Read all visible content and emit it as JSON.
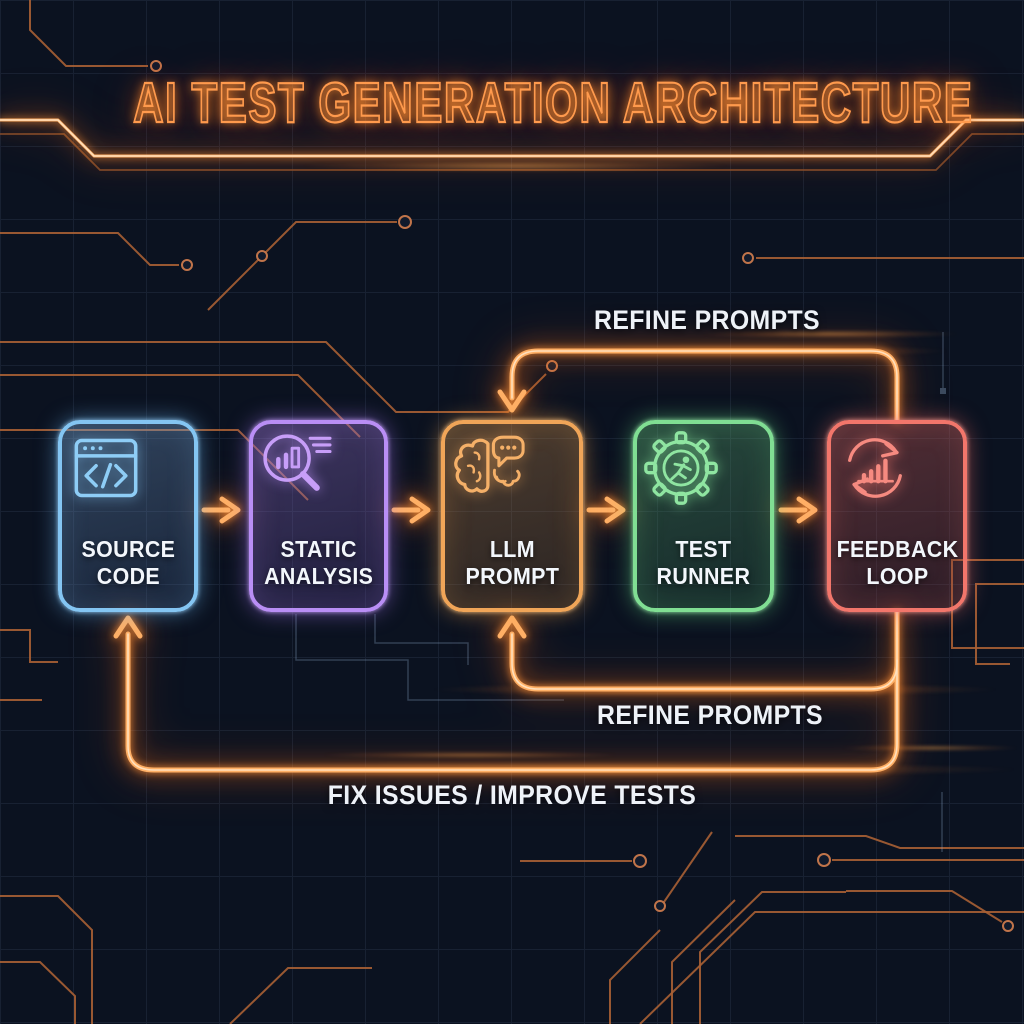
{
  "title": "AI TEST GENERATION ARCHITECTURE",
  "theme": {
    "background": "#131c2f",
    "neon_orange": "#ff9a4d",
    "copper_trace": "#a96134",
    "label_text": "#f3f7fc"
  },
  "nodes": [
    {
      "name": "source-code",
      "line1": "SOURCE",
      "line2": "CODE",
      "icon": "code-window-icon",
      "accent": "#84c5f2"
    },
    {
      "name": "static-analysis",
      "line1": "STATIC",
      "line2": "ANALYSIS",
      "icon": "magnifier-chart-icon",
      "accent": "#b98ef5"
    },
    {
      "name": "llm-prompt",
      "line1": "LLM",
      "line2": "PROMPT",
      "icon": "brain-chat-icon",
      "accent": "#f0a558"
    },
    {
      "name": "test-runner",
      "line1": "TEST",
      "line2": "RUNNER",
      "icon": "gear-runner-icon",
      "accent": "#80de93"
    },
    {
      "name": "feedback-loop",
      "line1": "FEEDBACK",
      "line2": "LOOP",
      "icon": "cycle-chart-icon",
      "accent": "#f2766b"
    }
  ],
  "edges": [
    {
      "from": "SOURCE CODE",
      "to": "STATIC ANALYSIS"
    },
    {
      "from": "STATIC ANALYSIS",
      "to": "LLM PROMPT"
    },
    {
      "from": "LLM PROMPT",
      "to": "TEST RUNNER"
    },
    {
      "from": "TEST RUNNER",
      "to": "FEEDBACK LOOP"
    },
    {
      "from": "FEEDBACK LOOP",
      "to": "LLM PROMPT",
      "label": "REFINE PROMPTS",
      "route": "top"
    },
    {
      "from": "FEEDBACK LOOP",
      "to": "LLM PROMPT",
      "label": "REFINE PROMPTS",
      "route": "bottom"
    },
    {
      "from": "FEEDBACK LOOP",
      "to": "SOURCE CODE",
      "label": "FIX ISSUES / IMPROVE TESTS",
      "route": "bottom-outer"
    }
  ],
  "loop_labels": {
    "refine_top": "REFINE PROMPTS",
    "refine_bottom": "REFINE PROMPTS",
    "fix_issues": "FIX ISSUES / IMPROVE TESTS"
  }
}
